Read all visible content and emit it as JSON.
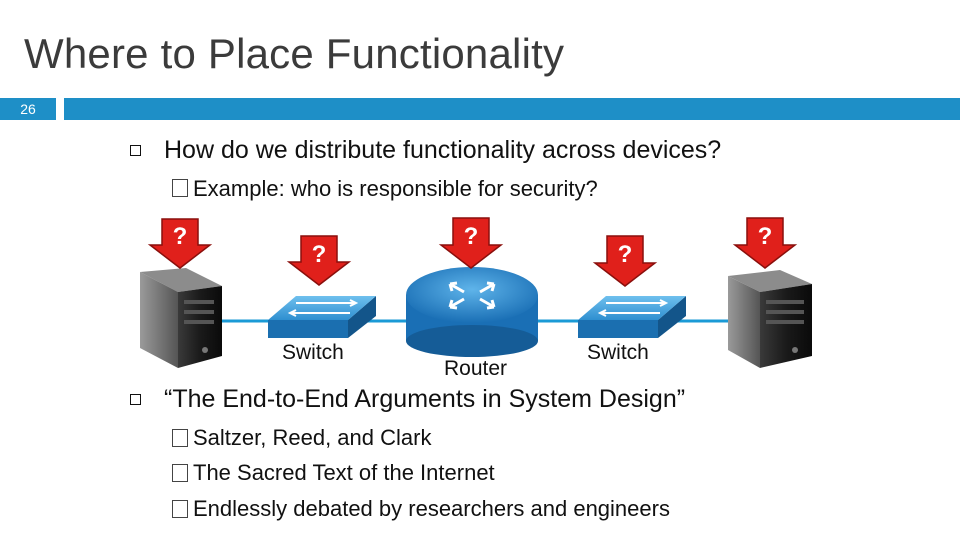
{
  "slide": {
    "title": "Where to Place Functionality",
    "number": "26"
  },
  "bullets": {
    "main1": "How do we distribute functionality across devices?",
    "sub1": "Example: who is responsible for security?",
    "main2": "“The End-to-End Arguments in System Design”",
    "sub2": [
      "Saltzer, Reed, and Clark",
      "The Sacred Text of the Internet",
      "Endlessly debated by researchers and engineers"
    ]
  },
  "diagram": {
    "labels": {
      "switch_left": "Switch",
      "router": "Router",
      "switch_right": "Switch"
    },
    "question_mark": "?",
    "icons": [
      "server-icon",
      "switch-icon",
      "router-icon",
      "red-arrow-icon"
    ],
    "colors": {
      "accent_bar": "#1e8fc7",
      "arrow_red": "#e0201b",
      "link_blue": "#1a9ad6",
      "device_blue": "#1a7fc3"
    }
  }
}
